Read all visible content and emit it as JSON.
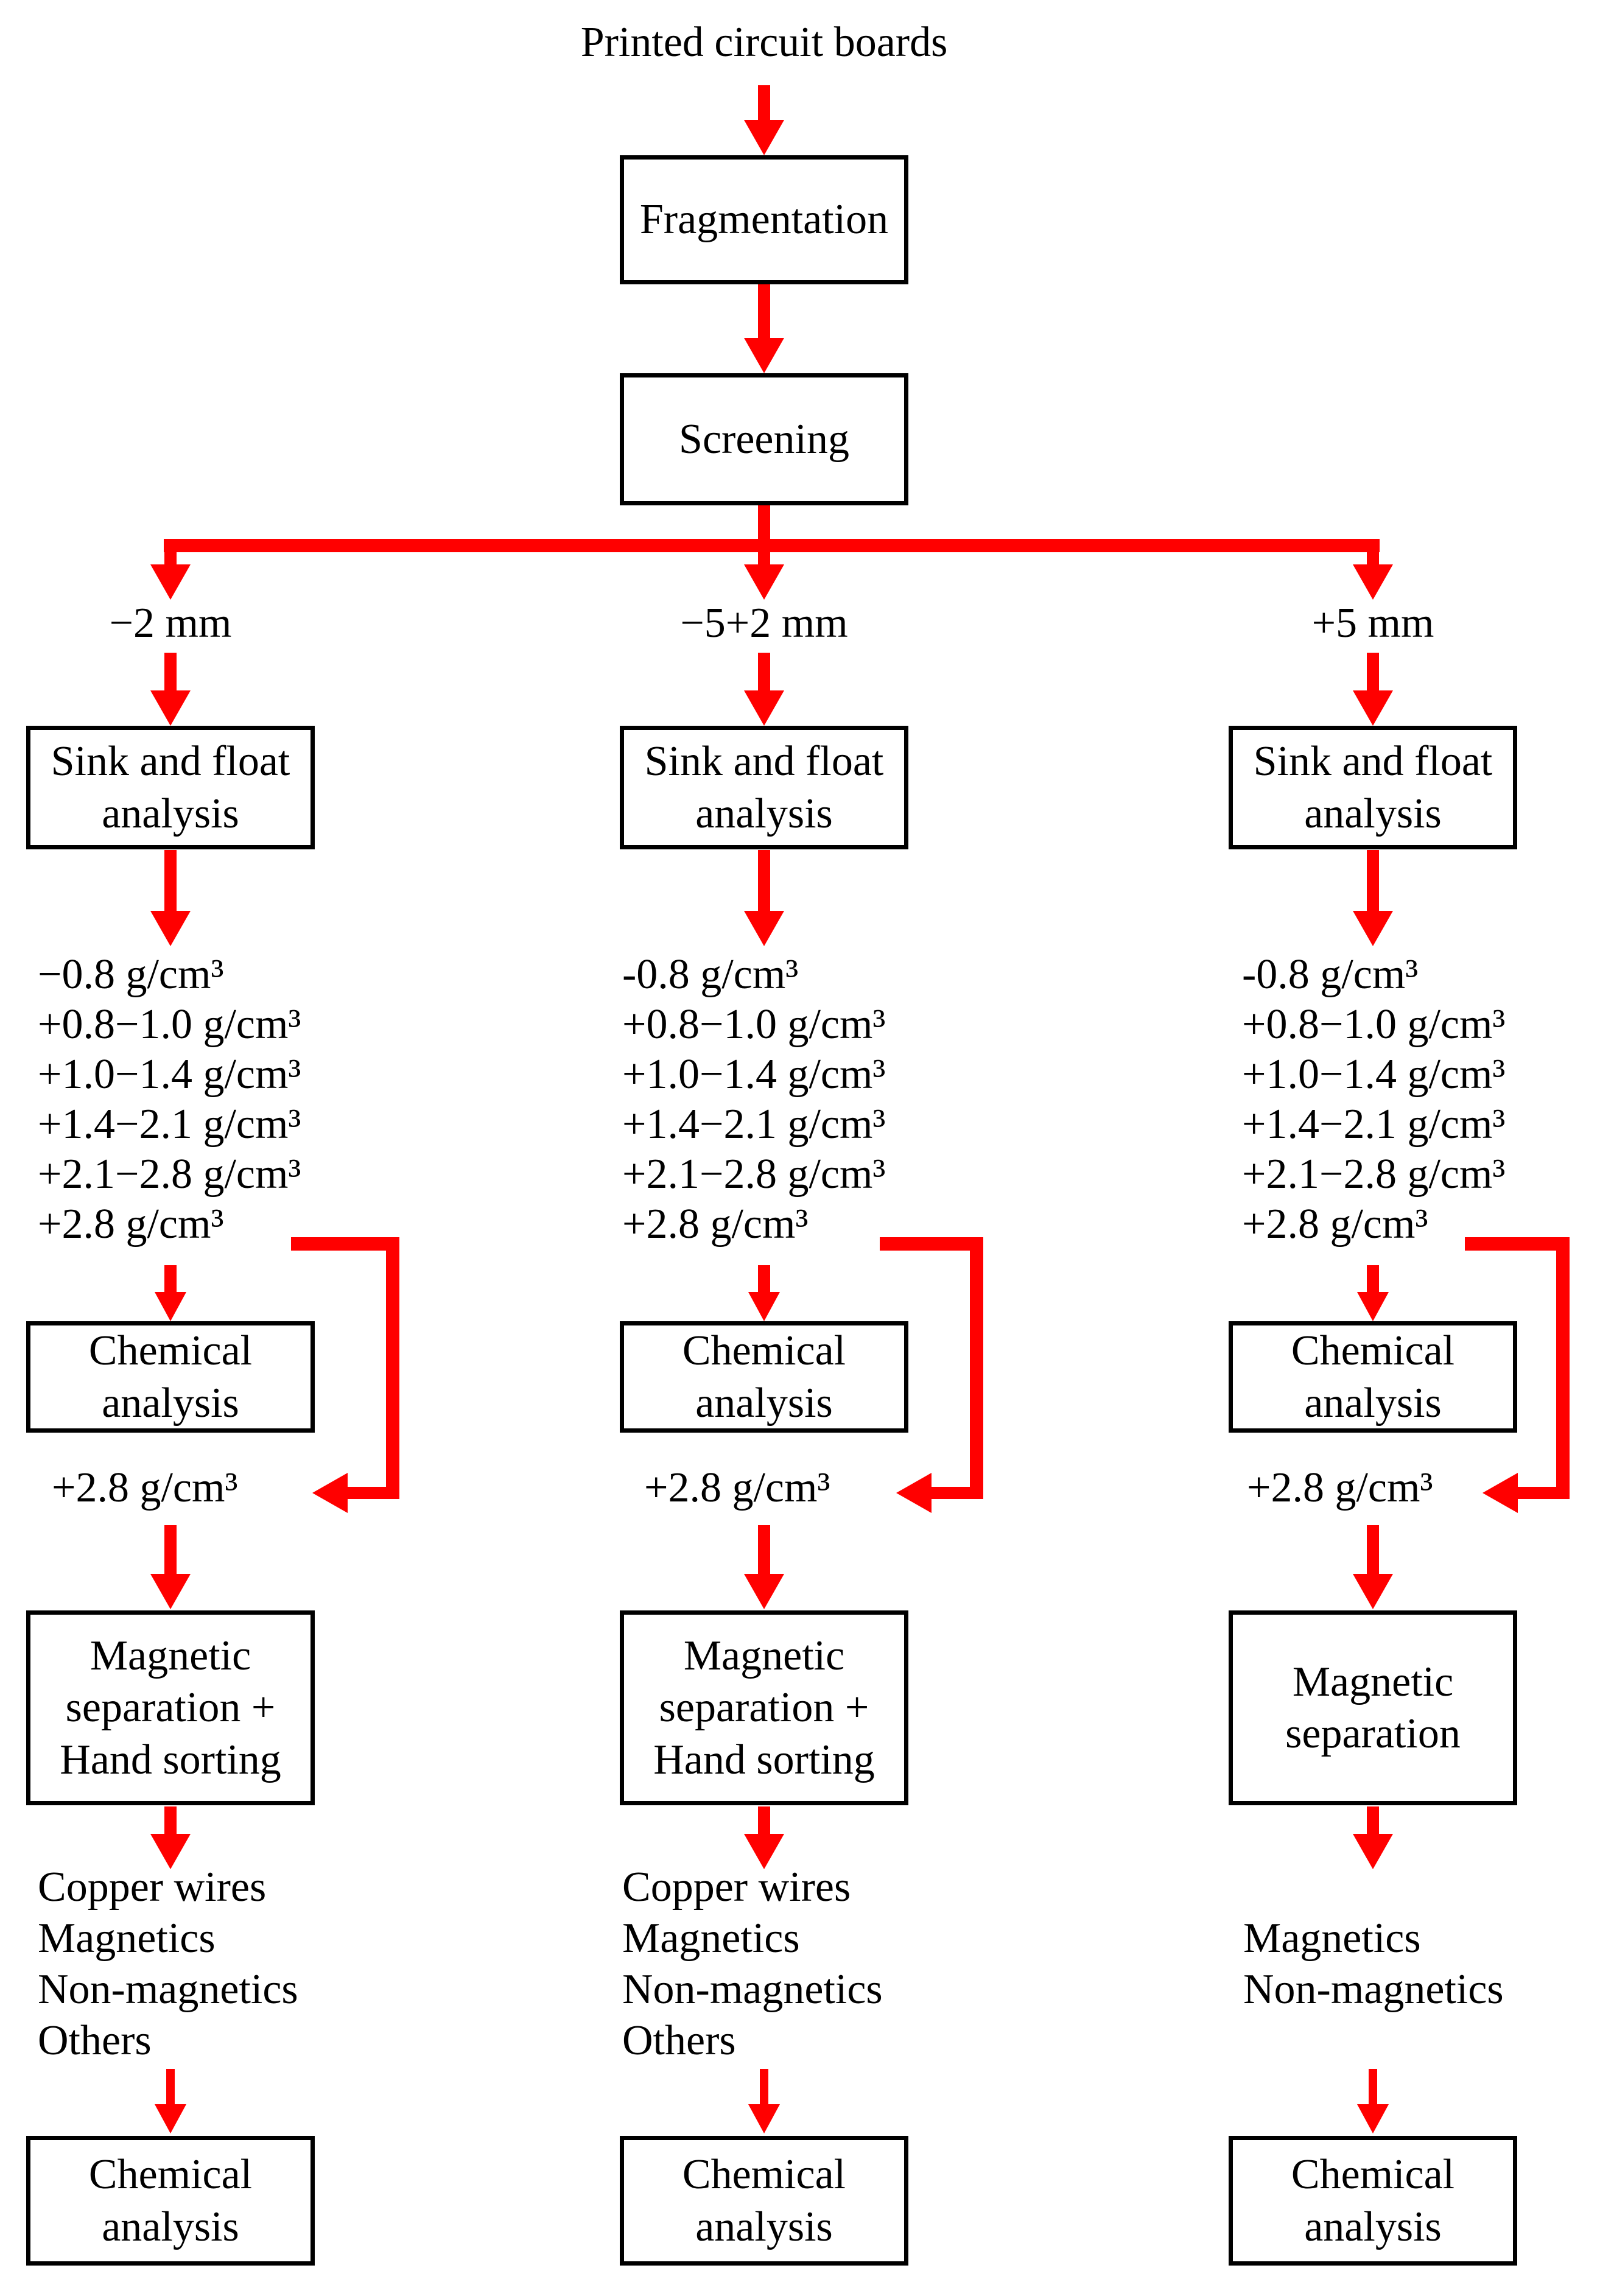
{
  "colors": {
    "arrow": "#FF0000",
    "box_border": "#000000",
    "text": "#000000",
    "background": "#FFFFFF"
  },
  "title": "Printed circuit boards",
  "top_chain": {
    "fragmentation": "Fragmentation",
    "screening": "Screening"
  },
  "columns": [
    {
      "branch_label": "−2 mm",
      "sink_float": "Sink and float analysis",
      "fractions": [
        "−0.8 g/cm³",
        "+0.8−1.0 g/cm³",
        "+1.0−1.4 g/cm³",
        "+1.4−2.1 g/cm³",
        "+2.1−2.8 g/cm³",
        "+2.8 g/cm³"
      ],
      "chemical_analysis": "Chemical analysis",
      "sinks_label": "+2.8 g/cm³",
      "separation": "Magnetic separation + Hand sorting",
      "products": [
        "Copper wires",
        "Magnetics",
        "Non-magnetics",
        "Others"
      ],
      "final_analysis": "Chemical analysis"
    },
    {
      "branch_label": "−5+2 mm",
      "sink_float": "Sink and float analysis",
      "fractions": [
        "-0.8 g/cm³",
        "+0.8−1.0 g/cm³",
        "+1.0−1.4 g/cm³",
        "+1.4−2.1 g/cm³",
        "+2.1−2.8 g/cm³",
        "+2.8 g/cm³"
      ],
      "chemical_analysis": "Chemical analysis",
      "sinks_label": "+2.8 g/cm³",
      "separation": "Magnetic separation + Hand sorting",
      "products": [
        "Copper wires",
        "Magnetics",
        "Non-magnetics",
        "Others"
      ],
      "final_analysis": "Chemical analysis"
    },
    {
      "branch_label": "+5 mm",
      "sink_float": "Sink and float analysis",
      "fractions": [
        "-0.8 g/cm³",
        "+0.8−1.0 g/cm³",
        "+1.0−1.4 g/cm³",
        "+1.4−2.1 g/cm³",
        "+2.1−2.8 g/cm³",
        "+2.8 g/cm³"
      ],
      "chemical_analysis": "Chemical analysis",
      "sinks_label": "+2.8 g/cm³",
      "separation": "Magnetic separation",
      "products": [
        "Magnetics",
        "Non-magnetics"
      ],
      "final_analysis": "Chemical analysis"
    }
  ]
}
